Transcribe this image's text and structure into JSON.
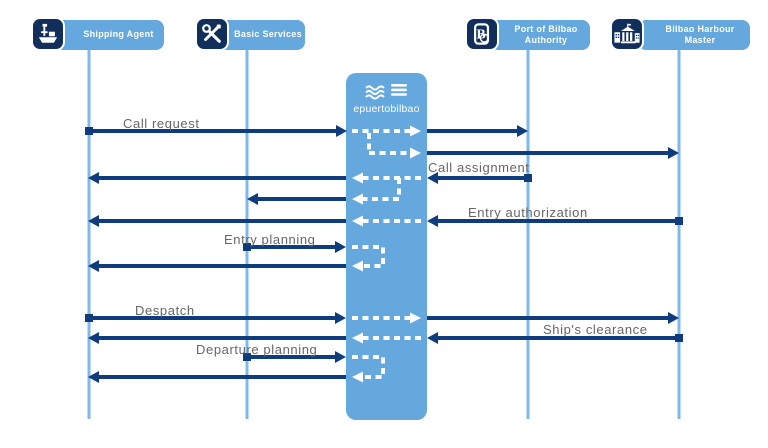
{
  "diagram": {
    "system": {
      "name": "epuertobilbao",
      "icon": "waves-bars-logo-icon"
    },
    "colors": {
      "actor_fill": "#64a8de",
      "lifeline": "#7fb8ea",
      "arrow_navy": "#0e3c7c",
      "icon_chip_navy": "#122f5c",
      "message_text": "#666666",
      "white": "#ffffff"
    },
    "actors": [
      {
        "name": "Shipping Agent",
        "icon": "ship-icon"
      },
      {
        "name": "Basic Services",
        "icon": "tools-icon"
      },
      {
        "name": "Port of Bilbao Authority",
        "icon": "port-authority-logo-icon"
      },
      {
        "name": "Bilbao Harbour Master",
        "icon": "building-icon"
      }
    ],
    "messages": [
      {
        "label": "Call request",
        "from": "Shipping Agent",
        "to": "epuertobilbao",
        "forwarded_to": [
          "Port of Bilbao Authority",
          "Bilbao Harbour Master"
        ]
      },
      {
        "label": "Call assignment",
        "from": "Port of Bilbao Authority",
        "to": "epuertobilbao",
        "forwarded_to": [
          "Shipping Agent",
          "Basic Services"
        ]
      },
      {
        "label": "Entry authorization",
        "from": "Bilbao Harbour Master",
        "to": "epuertobilbao",
        "forwarded_to": [
          "Shipping Agent"
        ]
      },
      {
        "label": "Entry planning",
        "from": "Basic Services",
        "to": "epuertobilbao",
        "forwarded_to": [
          "Shipping Agent"
        ]
      },
      {
        "label": "Despatch",
        "from": "Shipping Agent",
        "to": "epuertobilbao",
        "forwarded_to": [
          "Bilbao Harbour Master"
        ]
      },
      {
        "label": "Ship's clearance",
        "from": "Bilbao Harbour Master",
        "to": "epuertobilbao",
        "forwarded_to": [
          "Shipping Agent"
        ]
      },
      {
        "label": "Departure planning",
        "from": "Basic Services",
        "to": "epuertobilbao",
        "forwarded_to": [
          "Shipping Agent"
        ]
      }
    ]
  }
}
